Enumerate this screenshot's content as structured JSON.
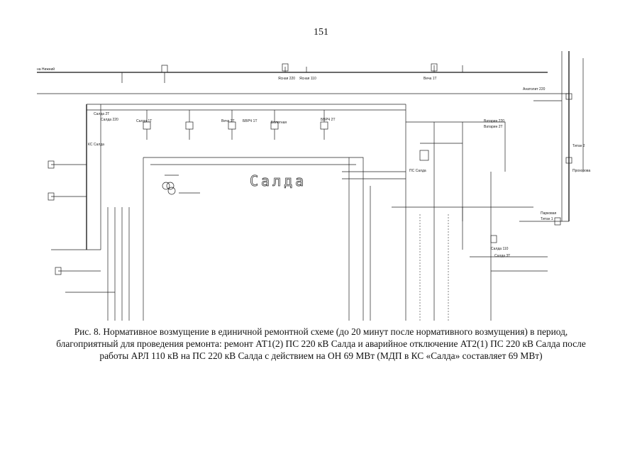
{
  "page": {
    "number": "151"
  },
  "diagram": {
    "main_label": "Салда",
    "substation_labels": [
      {
        "id": "salda-kc",
        "text": "КС Салда"
      },
      {
        "id": "ps-salda",
        "text": "ПС Салда"
      },
      {
        "id": "salda-220",
        "text": "Салда 220"
      },
      {
        "id": "salda-110",
        "text": "Салда 110"
      },
      {
        "id": "salda-2t",
        "text": "Салда 2Т"
      },
      {
        "id": "salda-1t",
        "text": "Салда 1Т"
      },
      {
        "id": "salda-3t",
        "text": "Салда 3Т"
      },
      {
        "id": "vitamin-220",
        "text": "Ватарин 220"
      },
      {
        "id": "vitamin-2t",
        "text": "Ватарин 2Т"
      },
      {
        "id": "anatolit-220",
        "text": "Анатолит 220"
      },
      {
        "id": "yasnaya-220",
        "text": "Ясная 220"
      },
      {
        "id": "yasnaya-110",
        "text": "Ясная 110"
      },
      {
        "id": "vecha-1t",
        "text": "Веча 1Т"
      },
      {
        "id": "vecha-2t",
        "text": "Веча 2Т"
      },
      {
        "id": "bvrv-1t",
        "text": "БВРЧ 1Т"
      },
      {
        "id": "bvrv-2t",
        "text": "БВРЧ 2Т"
      },
      {
        "id": "parkovaya",
        "text": "Парковая"
      },
      {
        "id": "tinay-1",
        "text": "Титан 1"
      },
      {
        "id": "tinay-2",
        "text": "Титан 2"
      },
      {
        "id": "prokhorovka",
        "text": "Прохорова"
      },
      {
        "id": "bolotnaya",
        "text": "Болотная"
      },
      {
        "id": "nizhniy",
        "text": "на Нижний"
      }
    ]
  },
  "caption": {
    "text": "Рис. 8. Нормативное возмущение в единичной ремонтной схеме (до 20 минут после нормативного возмущения) в период, благоприятный для проведения ремонта: ремонт АТ1(2) ПС 220 кВ Салда и аварийное отключение АТ2(1) ПС 220 кВ Салда после работы АРЛ 110 кВ на ПС 220 кВ Салда с действием на ОН 69 МВт (МДП в КС «Салда» составляет 69 МВт)"
  }
}
